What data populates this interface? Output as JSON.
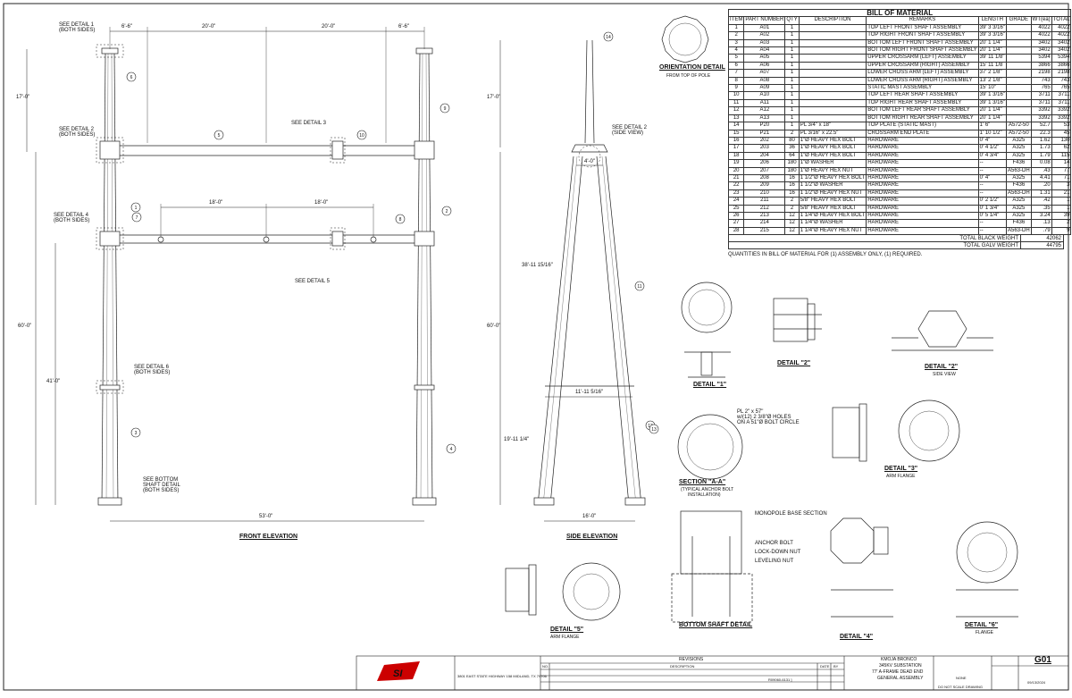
{
  "bom": {
    "title": "BILL OF MATERIAL",
    "headers": [
      "ITEM",
      "PART NUMBER",
      "QTY",
      "DESCRIPTION",
      "REMARKS",
      "LENGTH",
      "GRADE",
      "WT(ea)",
      "TOTAL"
    ],
    "rows": [
      [
        "1",
        "A01",
        "1",
        "",
        "TOP LEFT FRONT SHAFT ASSEMBLY",
        "39' 3 3/16\"",
        "",
        "4022",
        "4022"
      ],
      [
        "2",
        "A02",
        "1",
        "",
        "TOP RIGHT FRONT SHAFT ASSEMBLY",
        "39' 3 3/16\"",
        "",
        "4022",
        "4022"
      ],
      [
        "3",
        "A03",
        "1",
        "",
        "BOTTOM LEFT FRONT SHAFT ASSEMBLY",
        "20' 1 1/4\"",
        "",
        "3402",
        "3402"
      ],
      [
        "4",
        "A04",
        "1",
        "",
        "BOTTOM RIGHT FRONT SHAFT ASSEMBLY",
        "20' 1 1/4\"",
        "",
        "3402",
        "3402"
      ],
      [
        "5",
        "A05",
        "1",
        "",
        "UPPER CROSSARM (LEFT) ASSEMBLY",
        "39' 11 1/8\"",
        "",
        "5394",
        "5394"
      ],
      [
        "6",
        "A06",
        "1",
        "",
        "UPPER CROSSARM (RIGHT) ASSEMBLY",
        "15' 11 1/8",
        "",
        "3866",
        "3866"
      ],
      [
        "7",
        "A07",
        "1",
        "",
        "LOWER CROSS ARM (LEFT) ASSEMBLY",
        "37' 2 1/8\"",
        "",
        "2198",
        "2198"
      ],
      [
        "8",
        "A08",
        "1",
        "",
        "LOWER CROSS ARM (RIGHT) ASSEMBLY",
        "13' 2 1/8\"",
        "",
        "743",
        "743"
      ],
      [
        "9",
        "A09",
        "1",
        "",
        "STATIC MAST ASSEMBLY",
        "15' 10\"",
        "",
        "765",
        "765"
      ],
      [
        "10",
        "A10",
        "1",
        "",
        "TOP LEFT REAR SHAFT ASSEMBLY",
        "39' 1 3/16\"",
        "",
        "3711",
        "3711"
      ],
      [
        "11",
        "A11",
        "1",
        "",
        "TOP RIGHT REAR SHAFT ASSEMBLY",
        "39' 1 3/16\"",
        "",
        "3711",
        "3711"
      ],
      [
        "12",
        "A12",
        "1",
        "",
        "BOTTOM LEFT REAR SHAFT ASSEMBLY",
        "20' 1 1/4\"",
        "",
        "3392",
        "3392"
      ],
      [
        "13",
        "A13",
        "1",
        "",
        "BOTTOM RIGHT REAR SHAFT ASSEMBLY",
        "20' 1 1/4\"",
        "",
        "3392",
        "3392"
      ],
      [
        "14",
        "P20",
        "1",
        "PL 3/4\" x 18\"",
        "TOP PLATE (STATIC MAST)",
        "1' 6\"",
        "A572-50",
        "52.7",
        "53"
      ],
      [
        "15",
        "P21",
        "2",
        "PL 3/16\" x 22.5\"",
        "CROSSARM END PLATE",
        "1' 10 1/2\"",
        "A572-50",
        "22.3",
        "45"
      ],
      [
        "16",
        "202",
        "80",
        "1\"Ø HEAVY HEX BOLT",
        "HARDWARE",
        "0' 4\"",
        "A325",
        "1.62",
        "130"
      ],
      [
        "17",
        "203",
        "36",
        "1\"Ø HEAVY HEX BOLT",
        "HARDWARE",
        "0' 4 1/2\"",
        "A325",
        "1.73",
        "62"
      ],
      [
        "18",
        "204",
        "64",
        "1\"Ø HEAVY HEX BOLT",
        "HARDWARE",
        "0' 4 3/4\"",
        "A325",
        "1.79",
        "115"
      ],
      [
        "19",
        "206",
        "180",
        "1\"Ø WASHER",
        "HARDWARE",
        "--",
        "F436",
        "0.08",
        "14"
      ],
      [
        "20",
        "207",
        "180",
        "1\"Ø HEAVY HEX NUT",
        "HARDWARE",
        "--",
        "A563-DH",
        ".43",
        "77"
      ],
      [
        "21",
        "208",
        "16",
        "1 1/2\"Ø HEAVY HEX BOLT",
        "HARDWARE",
        "0' 4\"",
        "A325",
        "4.41",
        "71"
      ],
      [
        "22",
        "209",
        "16",
        "1 1/2\"Ø WASHER",
        "HARDWARE",
        "--",
        "F436",
        ".20",
        "3"
      ],
      [
        "23",
        "210",
        "16",
        "1 1/2\"Ø HEAVY HEX NUT",
        "HARDWARE",
        "--",
        "A563-DH",
        "1.31",
        "21"
      ],
      [
        "24",
        "211",
        "2",
        "5/8\" HEAVY HEX BOLT",
        "HARDWARE",
        "0' 2 1/2\"",
        "A325",
        ".42",
        "1"
      ],
      [
        "25",
        "212",
        "2",
        "5/8\" HEAVY HEX BOLT",
        "HARDWARE",
        "0' 1 3/4\"",
        "A325",
        ".35",
        "1"
      ],
      [
        "26",
        "213",
        "12",
        "1 1/4\"Ø HEAVY HEX BOLT",
        "HARDWARE",
        "0' 5 1/4\"",
        "A325",
        "3.24",
        "39"
      ],
      [
        "27",
        "214",
        "12",
        "1 1/4\"Ø WASHER",
        "HARDWARE",
        "--",
        "F436",
        ".13",
        "2"
      ],
      [
        "28",
        "215",
        "12",
        "1 1/4\"Ø HEAVY HEX NUT",
        "HARDWARE",
        "--",
        "A563-DH",
        ".79",
        "9"
      ]
    ],
    "total_black_label": "TOTAL BLACK WEIGHT",
    "total_black": "42062",
    "total_galv_label": "TOTAL GALV WEIGHT",
    "total_galv": "44795",
    "quantity_note": "QUANTITIES IN BILL OF MATERIAL FOR (1) ASSEMBLY ONLY, (1) REQUIRED."
  },
  "views": {
    "front_elevation": "FRONT ELEVATION",
    "side_elevation": "SIDE ELEVATION",
    "orientation_title": "ORIENTATION DETAIL",
    "orientation_sub": "FROM TOP OF POLE",
    "detail1": "DETAIL \"1\"",
    "detail2": "DETAIL \"2\"",
    "detail2b": "DETAIL \"2\"",
    "detail2b_sub": "SIDE VIEW",
    "detail3": "DETAIL \"3\"",
    "detail3_sub": "ARM FLANGE",
    "detail4": "DETAIL \"4\"",
    "detail5": "DETAIL \"5\"",
    "detail5_sub": "ARM FLANGE",
    "detail6": "DETAIL \"6\"",
    "detail6_sub": "FLANGE",
    "sectionA": "SECTION \"A-A\"",
    "sectionA_sub1": "(TYPICAL ANCHOR BOLT",
    "sectionA_sub2": "INSTALLATION)",
    "bottom_shaft": "BOTTOM SHAFT DETAIL"
  },
  "notes": {
    "see_detail1": "SEE DETAIL 1",
    "see_detail1b": "(BOTH SIDES)",
    "see_detail2": "SEE DETAIL 2",
    "see_detail2b": "(BOTH SIDES)",
    "see_detail3": "SEE DETAIL 3",
    "see_detail4": "SEE DETAIL 4",
    "see_detail4b": "(BOTH SIDES)",
    "see_detail5": "SEE DETAIL 5",
    "see_detail6": "SEE DETAIL 6",
    "see_detail6b": "(BOTH SIDES)",
    "see_bottom1": "SEE BOTTOM",
    "see_bottom2": "SHAFT DETAIL",
    "see_bottom3": "(BOTH SIDES)",
    "see_side1": "SEE DETAIL 2",
    "see_side2": "(SIDE VIEW)",
    "plate_note1": "PL 2\" x 57\"",
    "plate_note2": "w/(12) 2 3/8\"Ø HOLES",
    "plate_note3": "ON A 51\"Ø BOLT CIRCLE",
    "monopole_base": "MONOPOLE BASE SECTION",
    "anchor_bolt": "ANCHOR BOLT",
    "lockdown_nut": "LOCK-DOWN NUT",
    "leveling_nut": "LEVELING NUT"
  },
  "dims": {
    "d_6_6a": "6'-6\"",
    "d_20a": "20'-0\"",
    "d_20b": "20'-0\"",
    "d_6_6b": "6'-6\"",
    "d_17": "17'-0\"",
    "d_18a": "18'-0\"",
    "d_18b": "18'-0\"",
    "d_60": "60'-0\"",
    "d_41": "41'-0\"",
    "d_53": "53'-0\"",
    "s_17": "17'-0\"",
    "s_60": "60'-0\"",
    "s_4": "4'-0\"",
    "s_38": "38'-11 15/16\"",
    "s_11": "11'-11 5/16\"",
    "s_19": "19'-11 1/4\"",
    "s_16": "16'-0\""
  },
  "callouts": [
    "1",
    "2",
    "3",
    "4",
    "5",
    "6",
    "7",
    "8",
    "9",
    "10",
    "11",
    "12",
    "13",
    "14"
  ],
  "title_block": {
    "company_addr": "3801 EAST STATE HIGHWAY 158 MIDLAND, TX 79706",
    "revisions": "REVISIONS",
    "no": "NO.",
    "description": "DESCRIPTION",
    "date": "DATE",
    "by": "BY",
    "project_no": "R09060-6131 ]",
    "proj1": "KMOJA BRONCO",
    "proj2": "345KV SUBSTATION",
    "proj3": "77' A-FRAME DEAD END",
    "proj4": "GENERAL ASSEMBLY",
    "sheet": "G01",
    "scale": "NONE",
    "date_v": "09/13/2024",
    "warning": "DO NOT SCALE DRAWING"
  }
}
